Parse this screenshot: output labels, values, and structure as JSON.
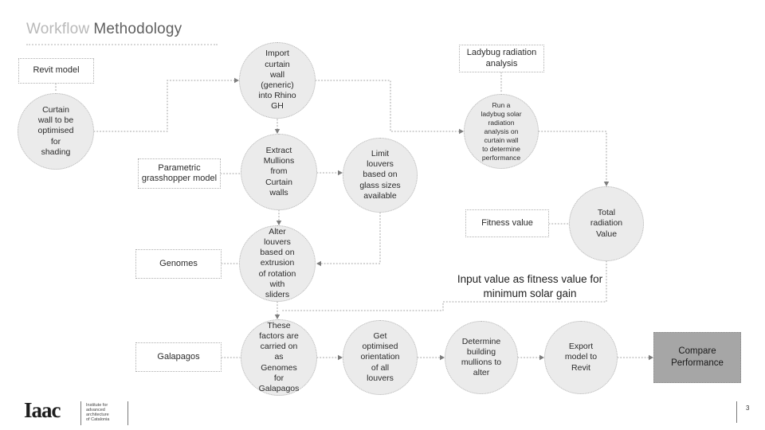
{
  "title": {
    "part1": "Workflow",
    "part2": "Methodology"
  },
  "labels": {
    "revit_model": "Revit model",
    "parametric": "Parametric\ngrasshopper model",
    "ladybug": "Ladybug radiation\nanalysis",
    "fitness": "Fitness value",
    "genomes": "Genomes",
    "galapagos": "Galapagos"
  },
  "circles": {
    "curtain_wall": "Curtain\nwall to be\noptimised\nfor\nshading",
    "import_wall": "Import\ncurtain\nwall\n(generic)\ninto Rhino\nGH",
    "extract_mullions": "Extract\nMullions\nfrom\nCurtain\nwalls",
    "limit_louvers": "Limit\nlouvers\nbased on\nglass sizes\navailable",
    "run_ladybug": "Run a\nladybug solar\nradiation\nanalysis on\ncurtain wall\nto determine\nperformance",
    "total_radiation": "Total\nradiation\nValue",
    "alter_louvers": "Alter\nlouvers\nbased on\nextrusion\nof rotation\nwith\nsliders",
    "these_factors": "These\nfactors are\ncarried on\nas\nGenomes\nfor\nGalapagos",
    "get_optimised": "Get\noptimised\norientation\nof all\nlouvers",
    "determine_mullions": "Determine\nbuilding\nmullions to\nalter",
    "export_revit": "Export\nmodel to\nRevit"
  },
  "endbox": {
    "compare": "Compare\nPerformance"
  },
  "annotation": "Input value as fitness value for\nminimum solar gain",
  "footer": {
    "logo": "Iaac",
    "logo_sub": "Institute for\nadvanced\narchitecture\nof Catalonia",
    "page": "3"
  },
  "colors": {
    "circle_fill": "#ebebeb",
    "compare_fill": "#a6a6a6",
    "line": "#b3b3b3",
    "arrow": "#7d7d7d"
  }
}
